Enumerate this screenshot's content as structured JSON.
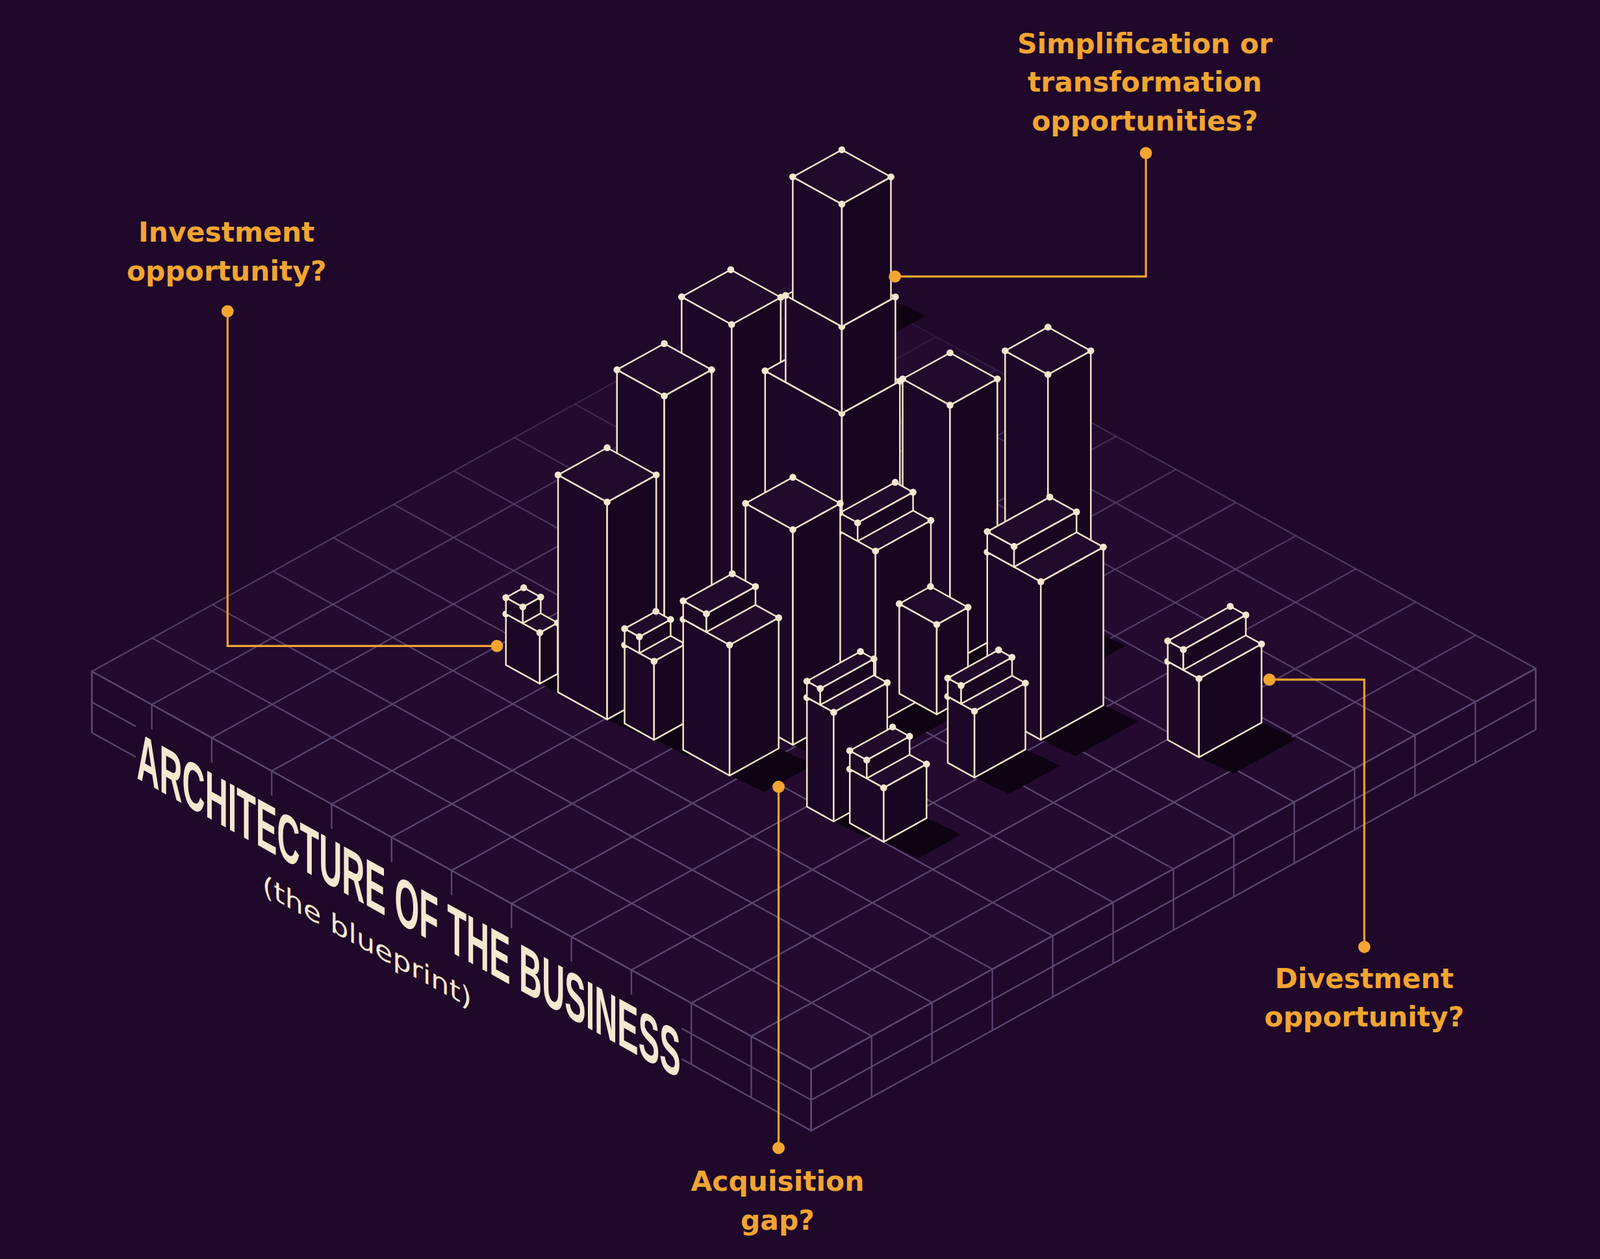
{
  "diagram": {
    "labels": [
      "Simplification or transformation opportunities?",
      "Investment opportunity?",
      "ARCHITECTURE OF THE BUSINESS",
      "(the blueprint)",
      "Divestment opportunity?",
      "Acquisition gap?"
    ]
  }
}
